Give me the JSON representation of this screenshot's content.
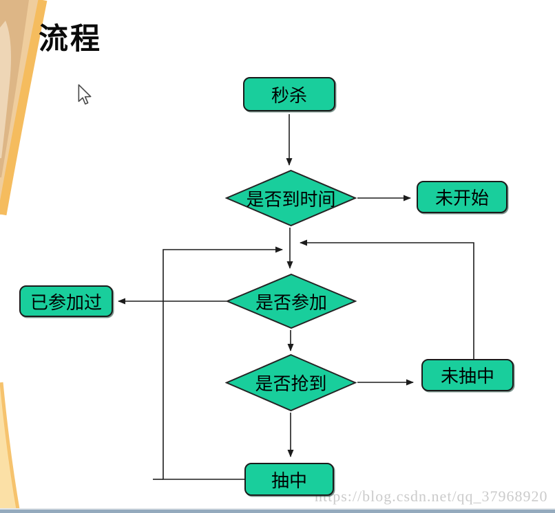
{
  "slide": {
    "title": "流程"
  },
  "watermark": {
    "text": "https://blog.csdn.net/qq_37968920"
  },
  "flowchart": {
    "nodes": {
      "seckill": {
        "label": "秒杀",
        "shape": "rounded-rect"
      },
      "time_check": {
        "label": "是否到时间",
        "shape": "diamond"
      },
      "not_started": {
        "label": "未开始",
        "shape": "rounded-rect"
      },
      "participate_check": {
        "label": "是否参加",
        "shape": "diamond"
      },
      "already_participated": {
        "label": "已参加过",
        "shape": "rounded-rect"
      },
      "grab_check": {
        "label": "是否抢到",
        "shape": "diamond"
      },
      "not_won": {
        "label": "未抽中",
        "shape": "rounded-rect"
      },
      "won": {
        "label": "抽中",
        "shape": "rounded-rect"
      }
    },
    "edges": [
      "seckill -> time_check",
      "time_check -> not_started",
      "time_check -> participate_check",
      "participate_check -> already_participated",
      "participate_check -> grab_check",
      "grab_check -> not_won",
      "grab_check -> won",
      "not_won -> participate_check (loop)",
      "won -> participate_check (loop)"
    ]
  },
  "icons": {
    "cursor": "mouse-cursor-icon"
  },
  "colors": {
    "node_fill": "#19CE9C",
    "node_border": "#1A1A1A",
    "connector": "#1C1C1C",
    "bottom_bar": "#94AABD",
    "deco_stripe": "#F5BC5E",
    "deco_fill": "#EFCD9D",
    "deco_inner": "#D9B183",
    "deco_light": "#FBE0A6",
    "watermark": "#CBCBCB"
  }
}
